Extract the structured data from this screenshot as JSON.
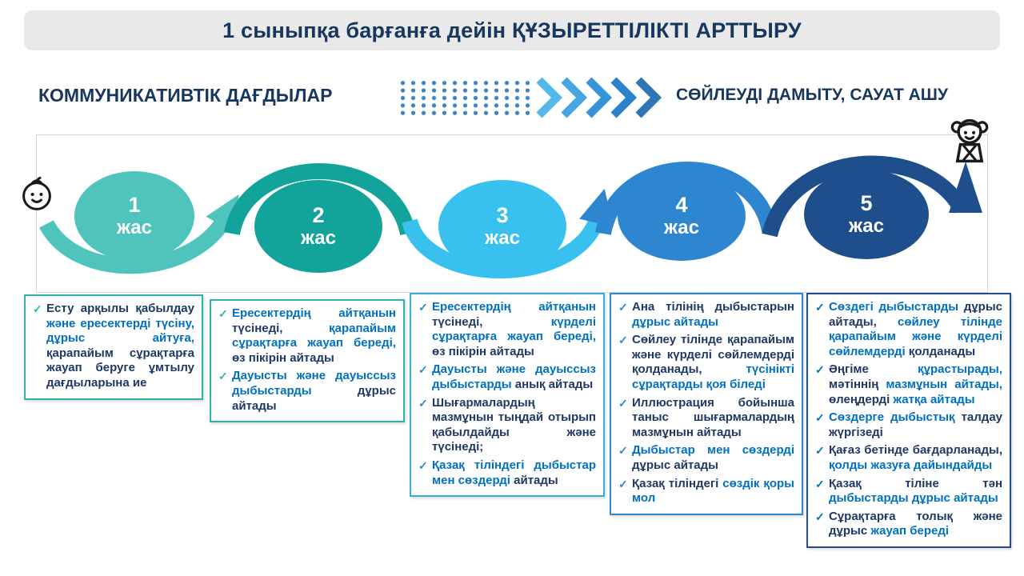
{
  "title": "1 сыныпқа барғанға дейін ҚҰЗЫРЕТТІЛІКТІ  АРТТЫРУ",
  "header": {
    "left_label": "КОММУНИКАТИВТІК ДАҒДЫЛАР",
    "right_label": "СӨЙЛЕУДІ ДАМЫТУ, САУАТ АШУ"
  },
  "colors": {
    "navy": "#1f3864",
    "blue": "#0070c0",
    "banner_bg": "#e9e9e9",
    "title_color": "#17375e",
    "dots": "#3d85c6"
  },
  "timeline": {
    "stages": [
      {
        "number": "1",
        "unit": "жас",
        "color": "#4fc4bc"
      },
      {
        "number": "2",
        "unit": "жас",
        "color": "#12a39b"
      },
      {
        "number": "3",
        "unit": "жас",
        "color": "#38c1ef"
      },
      {
        "number": "4",
        "unit": "жас",
        "color": "#2e86d0"
      },
      {
        "number": "5",
        "unit": "жас",
        "color": "#1f4e8c"
      }
    ]
  },
  "boxes": [
    {
      "accent": "#2bb5ad",
      "check": "#2bb5ad",
      "items": [
        {
          "segments": [
            {
              "t": "Есту арқылы қабылдау",
              "c": "n"
            },
            {
              "t": "және ересектерді түсіну, дұрыс айтуға,",
              "c": "b"
            },
            {
              "t": "қарапайым сұрақтарға жауап беруге ұмтылу дағдыларына ие",
              "c": "n"
            }
          ]
        }
      ]
    },
    {
      "accent": "#2bb5ad",
      "check": "#2bb5ad",
      "items": [
        {
          "segments": [
            {
              "t": "Ересектердің айтқанын",
              "c": "b"
            },
            {
              "t": "түсінеді,",
              "c": "n"
            },
            {
              "t": "қарапайым сұрақтарға жауап береді,",
              "c": "b"
            },
            {
              "t": "өз пікірін айтады",
              "c": "n"
            }
          ]
        },
        {
          "segments": [
            {
              "t": "Дауысты және дауыссыз дыбыстарды",
              "c": "b"
            },
            {
              "t": "дұрыс айтады",
              "c": "n"
            }
          ]
        }
      ]
    },
    {
      "accent": "#35aed8",
      "check": "#2e86d0",
      "items": [
        {
          "segments": [
            {
              "t": "Ересектердің айтқанын",
              "c": "b"
            },
            {
              "t": "түсінеді,",
              "c": "n"
            },
            {
              "t": "күрделі сұрақтарға жауап береді,",
              "c": "b"
            },
            {
              "t": "өз пікірін айтады",
              "c": "n"
            }
          ]
        },
        {
          "segments": [
            {
              "t": "Дауысты және дауыссыз дыбыстарды",
              "c": "b"
            },
            {
              "t": "анық айтады",
              "c": "n"
            }
          ]
        },
        {
          "segments": [
            {
              "t": "Шығармалардың мазмұнын тыңдай отырып қабылдайды және түсінеді;",
              "c": "n"
            }
          ]
        },
        {
          "segments": [
            {
              "t": "Қазақ тіліндегі дыбыстар мен сөздерді",
              "c": "b"
            },
            {
              "t": "айтады",
              "c": "n"
            }
          ]
        }
      ]
    },
    {
      "accent": "#2e86d0",
      "check": "#2e86d0",
      "items": [
        {
          "segments": [
            {
              "t": "Ана тілінің дыбыстарын",
              "c": "n"
            },
            {
              "t": "дұрыс айтады",
              "c": "b"
            }
          ]
        },
        {
          "segments": [
            {
              "t": "Сөйлеу тілінде қарапайым және күрделі сөйлемдерді қолданады,",
              "c": "n"
            },
            {
              "t": "түсінікті сұрақтарды қоя біледі",
              "c": "b"
            }
          ]
        },
        {
          "segments": [
            {
              "t": "Иллюстрация бойынша таныс шығармалардың мазмұнын айтады",
              "c": "n"
            }
          ]
        },
        {
          "segments": [
            {
              "t": "Дыбыстар мен сөздерді",
              "c": "b"
            },
            {
              "t": "дұрыс айтады",
              "c": "n"
            }
          ]
        },
        {
          "segments": [
            {
              "t": "Қазақ тіліндегі",
              "c": "n"
            },
            {
              "t": "сөздік қоры мол",
              "c": "b"
            }
          ]
        }
      ]
    },
    {
      "accent": "#1f4e8c",
      "check": "#0070c0",
      "items": [
        {
          "segments": [
            {
              "t": "Сөздегі дыбыстарды",
              "c": "b"
            },
            {
              "t": "дұрыс айтады,",
              "c": "n"
            },
            {
              "t": "сөйлеу тілінде қарапайым және күрделі сөйлемдерді",
              "c": "b"
            },
            {
              "t": "қолданады",
              "c": "n"
            }
          ]
        },
        {
          "segments": [
            {
              "t": "Әңгіме",
              "c": "n"
            },
            {
              "t": "құрастырады,",
              "c": "b"
            },
            {
              "t": "мәтіннің",
              "c": "n"
            },
            {
              "t": "мазмұнын айтады,",
              "c": "b"
            },
            {
              "t": "өлеңдерді",
              "c": "n"
            },
            {
              "t": "жатқа айтады",
              "c": "b"
            }
          ]
        },
        {
          "segments": [
            {
              "t": "Сөздерге дыбыстық",
              "c": "b"
            },
            {
              "t": "талдау жүргізеді",
              "c": "n"
            }
          ]
        },
        {
          "segments": [
            {
              "t": "Қағаз бетінде бағдарланады,",
              "c": "n"
            },
            {
              "t": "қолды жазуға дайындайды",
              "c": "b"
            }
          ]
        },
        {
          "segments": [
            {
              "t": "Қазақ тіліне тән",
              "c": "n"
            },
            {
              "t": "дыбыстарды дұрыс айтады",
              "c": "b"
            }
          ]
        },
        {
          "segments": [
            {
              "t": "Сұрақтарға толық және дұрыс",
              "c": "n"
            },
            {
              "t": "жауап береді",
              "c": "b"
            }
          ]
        }
      ]
    }
  ]
}
